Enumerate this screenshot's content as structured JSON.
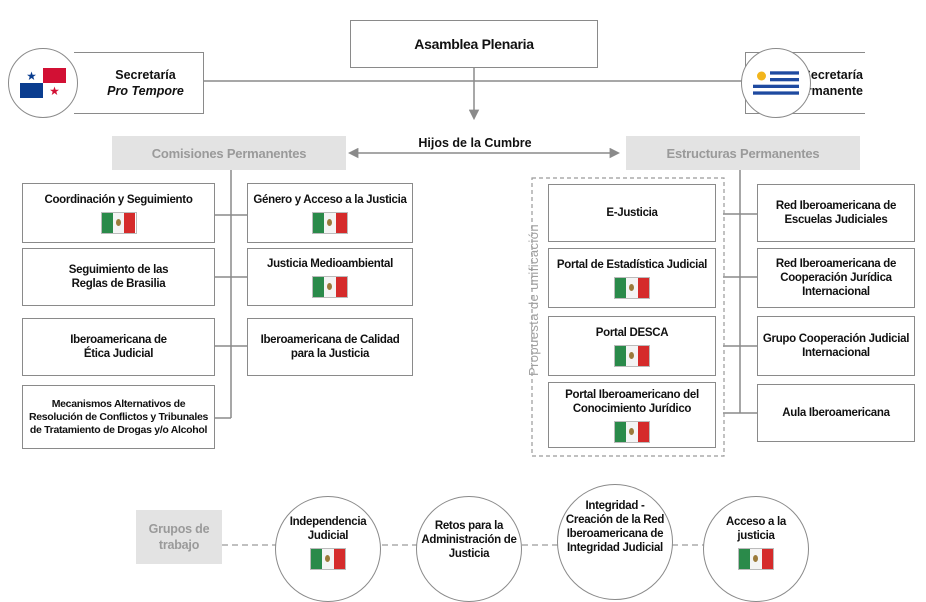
{
  "header": {
    "title": "Asamblea Plenaria",
    "center_label": "Hijos de la Cumbre"
  },
  "secretariats": {
    "left": {
      "line1": "Secretaría",
      "line2": "Pro Tempore"
    },
    "right": {
      "line1": "Secretaría",
      "line2": "Permanente"
    }
  },
  "left_section": {
    "title": "Comisiones Permanentes",
    "col1": [
      {
        "label": "Coordinación y Seguimiento",
        "flag": "mexico-flag"
      },
      {
        "label": "Seguimiento de las\nReglas de Brasilia",
        "flag": null
      },
      {
        "label": "Iberoamericana de\nÉtica Judicial",
        "flag": null
      },
      {
        "label": "Mecanismos Alternativos de\nResolución de Conflictos y Tribunales\nde Tratamiento de Drogas y/o Alcohol",
        "flag": null
      }
    ],
    "col2": [
      {
        "label": "Género y Acceso a la Justicia",
        "flag": "mexico-flag"
      },
      {
        "label": "Justicia Medioambiental",
        "flag": "mexico-flag"
      },
      {
        "label": "Iberoamericana de Calidad\npara la Justicia",
        "flag": null
      }
    ]
  },
  "right_section": {
    "title": "Estructuras Permanentes",
    "unification_label": "Propuesta de unificación",
    "col1": [
      {
        "label": "E-Justicia",
        "flag": null
      },
      {
        "label": "Portal de Estadística Judicial",
        "flag": "mexico-flag"
      },
      {
        "label": "Portal DESCA",
        "flag": "mexico-flag"
      },
      {
        "label": "Portal Iberoamericano del\nConocimiento Jurídico",
        "flag": "mexico-flag"
      }
    ],
    "col2": [
      {
        "label": "Red Iberoamericana de\nEscuelas Judiciales",
        "flag": null
      },
      {
        "label": "Red Iberoamericana de\nCooperación Jurídica\nInternacional",
        "flag": null
      },
      {
        "label": "Grupo Cooperación Judicial\nInternacional",
        "flag": null
      },
      {
        "label": "Aula Iberoamericana",
        "flag": null
      }
    ]
  },
  "working_groups": {
    "title": "Grupos de\ntrabajo",
    "items": [
      {
        "label": "Independencia\nJudicial",
        "flag": "mexico-flag"
      },
      {
        "label": "Retos para la\nAdministración de\nJusticia",
        "flag": null
      },
      {
        "label": "Integridad -\nCreación de la Red\nIberoamericana de\nIntegridad Judicial",
        "flag": null
      },
      {
        "label": "Acceso a la\njusticia",
        "flag": "mexico-flag"
      }
    ]
  },
  "colors": {
    "border": "#8a8a8a",
    "gray_bar": "#e3e3e3",
    "gray_text": "#9a9a9a"
  }
}
